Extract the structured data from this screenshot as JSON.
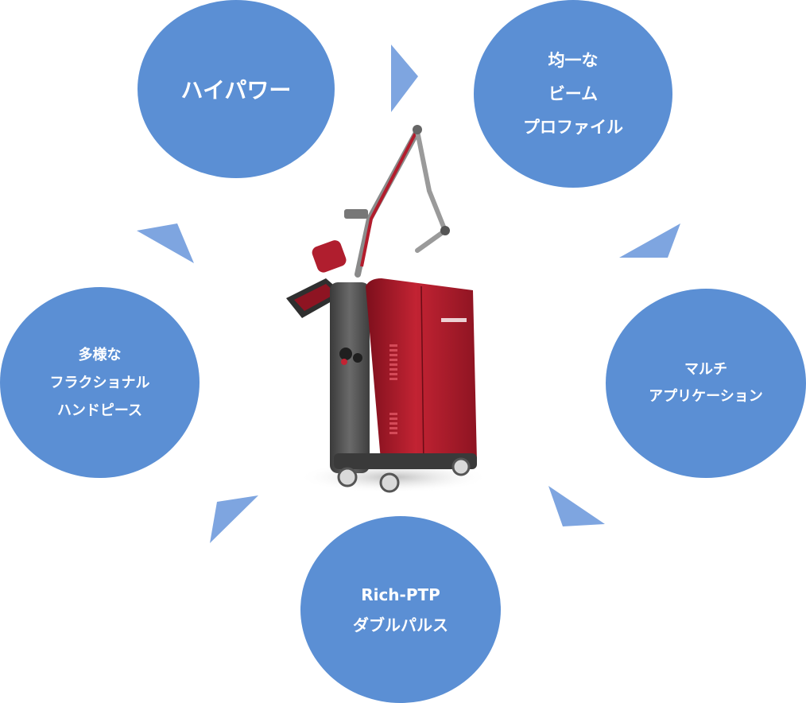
{
  "features": {
    "high_power": [
      "ハイパワー"
    ],
    "beam_profile": [
      "均一な",
      "ビーム",
      "プロファイル"
    ],
    "multi_application": [
      "マルチ",
      "アプリケーション"
    ],
    "fractional_handpiece": [
      "多様な",
      "フラクショナル",
      "ハンドピース"
    ],
    "rich_ptp": [
      "Rich-PTP",
      "ダブルパルス"
    ]
  },
  "colors": {
    "circle": "#5b8fd4",
    "arrow": "#7ea5e0",
    "device_body": "#b01e2e",
    "device_frame": "#4a4a4a"
  }
}
